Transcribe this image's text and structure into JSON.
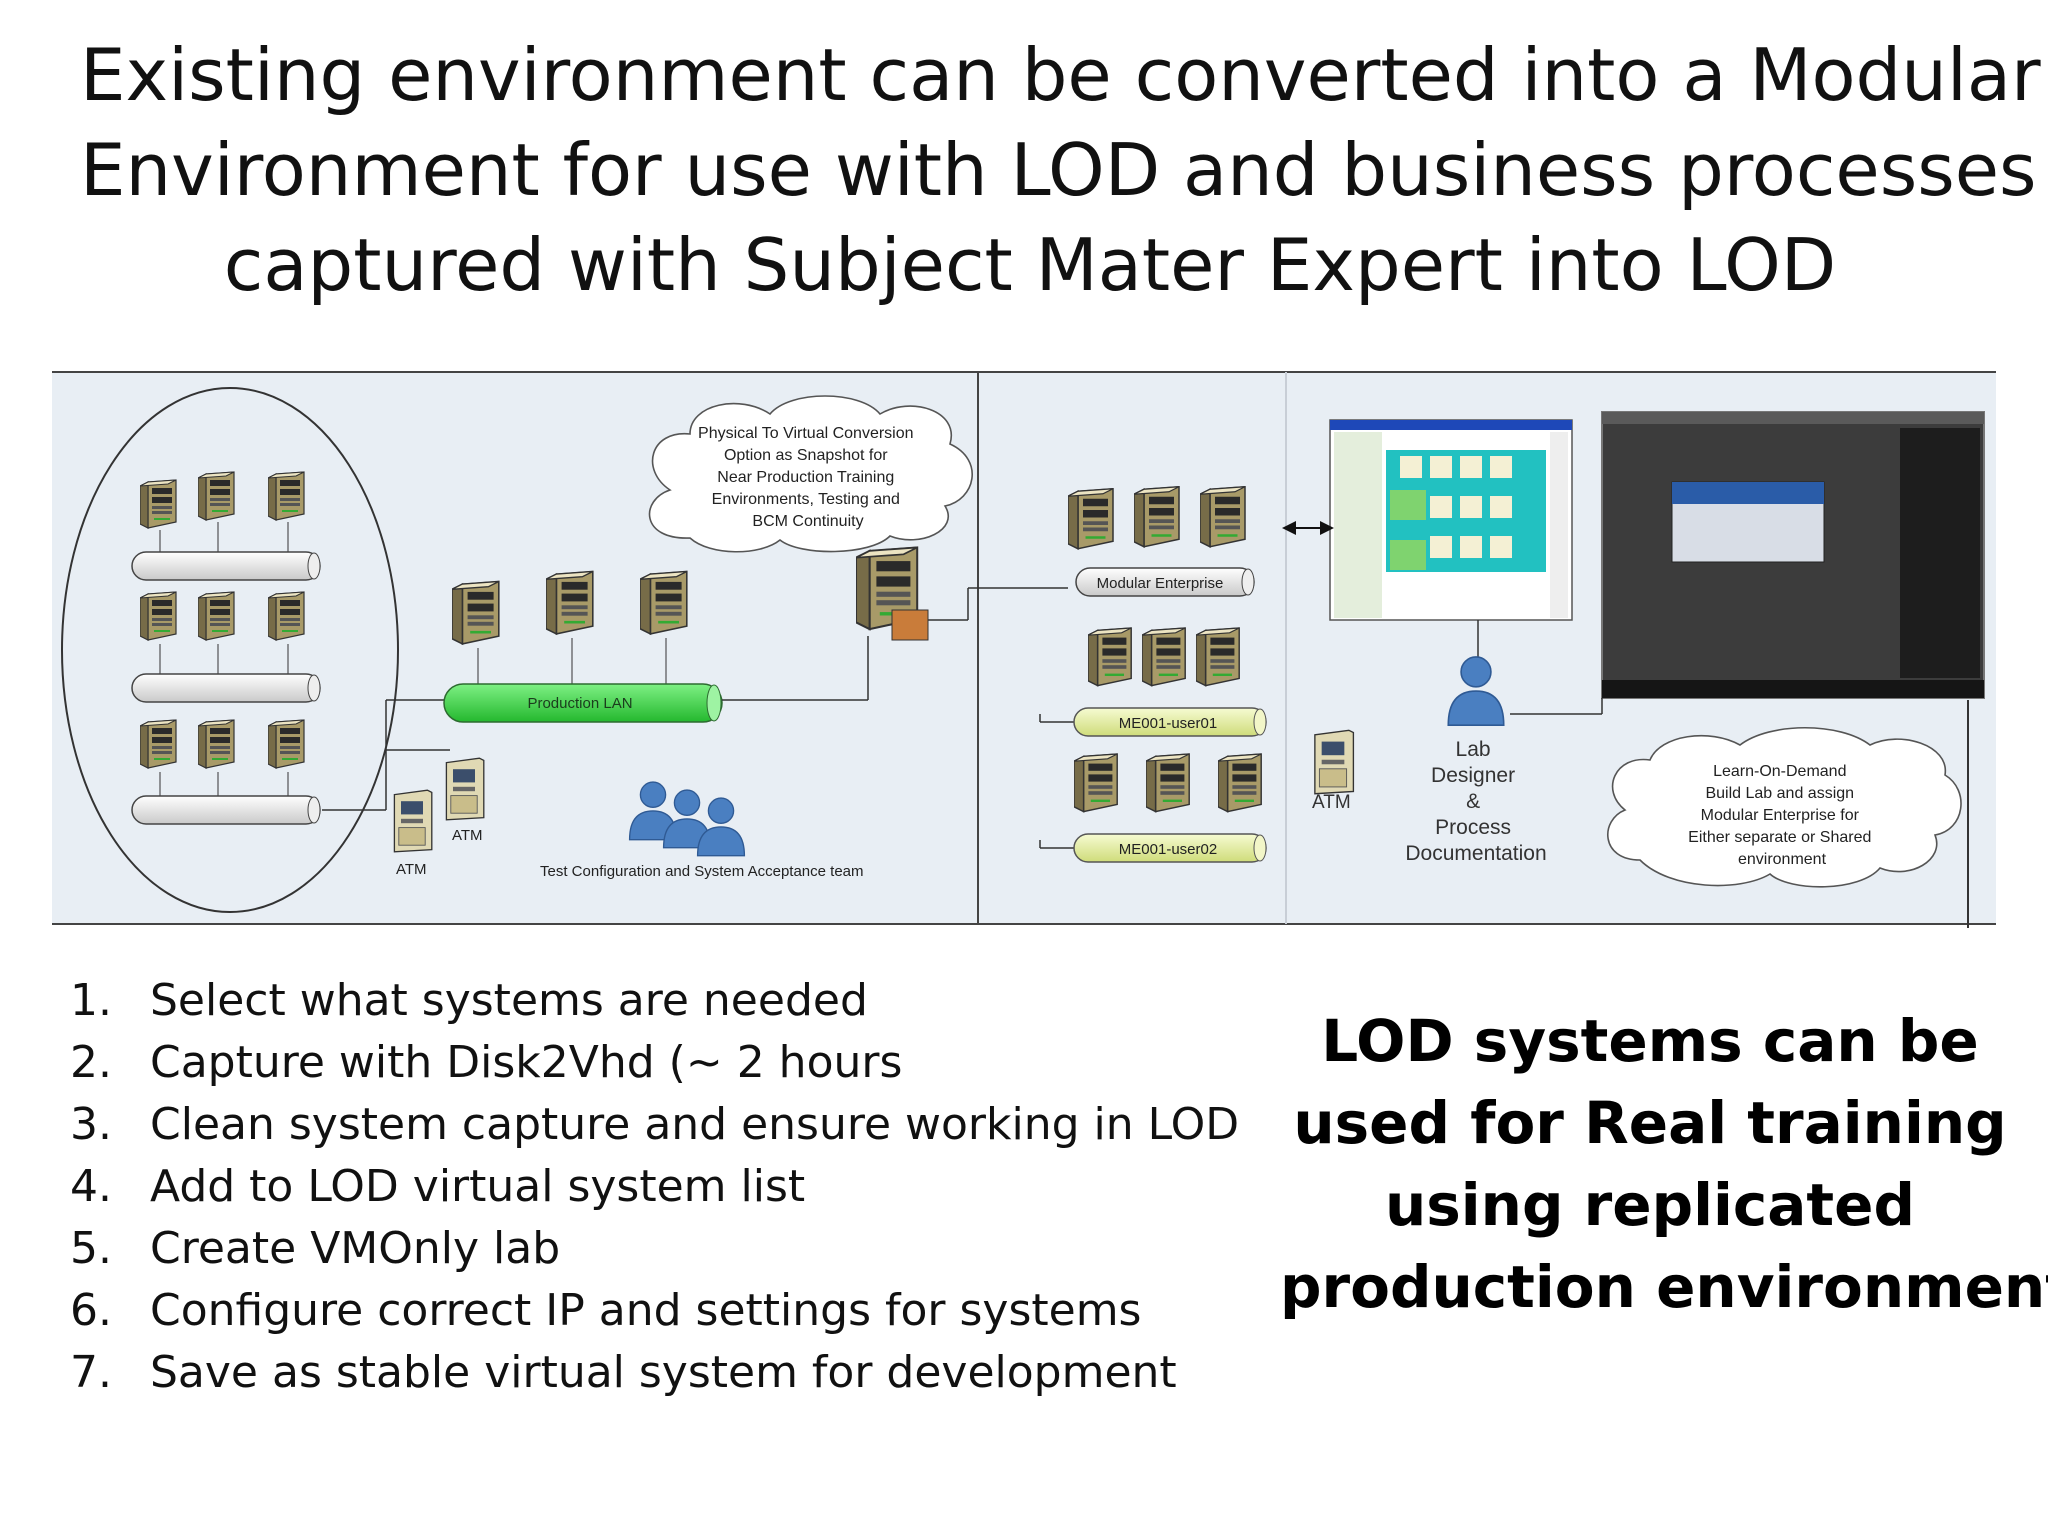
{
  "slide": {
    "title_lines": [
      "Existing environment can be converted into a Modular",
      "Environment for use with LOD and business processes",
      "captured with Subject Mater Expert into LOD"
    ]
  },
  "diagram": {
    "production_lan_label": "Production LAN",
    "modular_enterprise_label": "Modular Enterprise",
    "user01_label": "ME001-user01",
    "user02_label": "ME001-user02",
    "atm_label": "ATM",
    "test_team_label": "Test Configuration and System Acceptance team",
    "p2v_cloud_lines": [
      "Physical To Virtual Conversion",
      "Option as Snapshot for",
      "Near Production Training",
      "Environments, Testing and",
      "BCM Continuity"
    ],
    "lab_designer_lines": [
      "Lab",
      "Designer",
      "&",
      "Process",
      "Documentation"
    ],
    "lod_cloud_lines": [
      "Learn-On-Demand",
      "Build Lab and assign",
      "Modular Enterprise for",
      "Either separate or Shared",
      "environment"
    ],
    "colors": {
      "panel": "#e8eef4",
      "production_lan": "#3fd34a",
      "user_bus": "#e4ef9c",
      "person": "#4a7fc1"
    }
  },
  "steps": [
    {
      "num": "1.",
      "text": "Select what systems are needed"
    },
    {
      "num": "2.",
      "text": "Capture with Disk2Vhd (~ 2 hours"
    },
    {
      "num": "3.",
      "text": "Clean system capture and ensure working in LOD"
    },
    {
      "num": "4.",
      "text": "Add to LOD virtual system list"
    },
    {
      "num": "5.",
      "text": "Create VMOnly lab"
    },
    {
      "num": "6.",
      "text": "Configure correct IP and settings for systems"
    },
    {
      "num": "7.",
      "text": "Save as stable virtual system for development"
    }
  ],
  "callout_lines": [
    "LOD systems can be",
    "used for Real training",
    "using replicated",
    "production environment"
  ]
}
